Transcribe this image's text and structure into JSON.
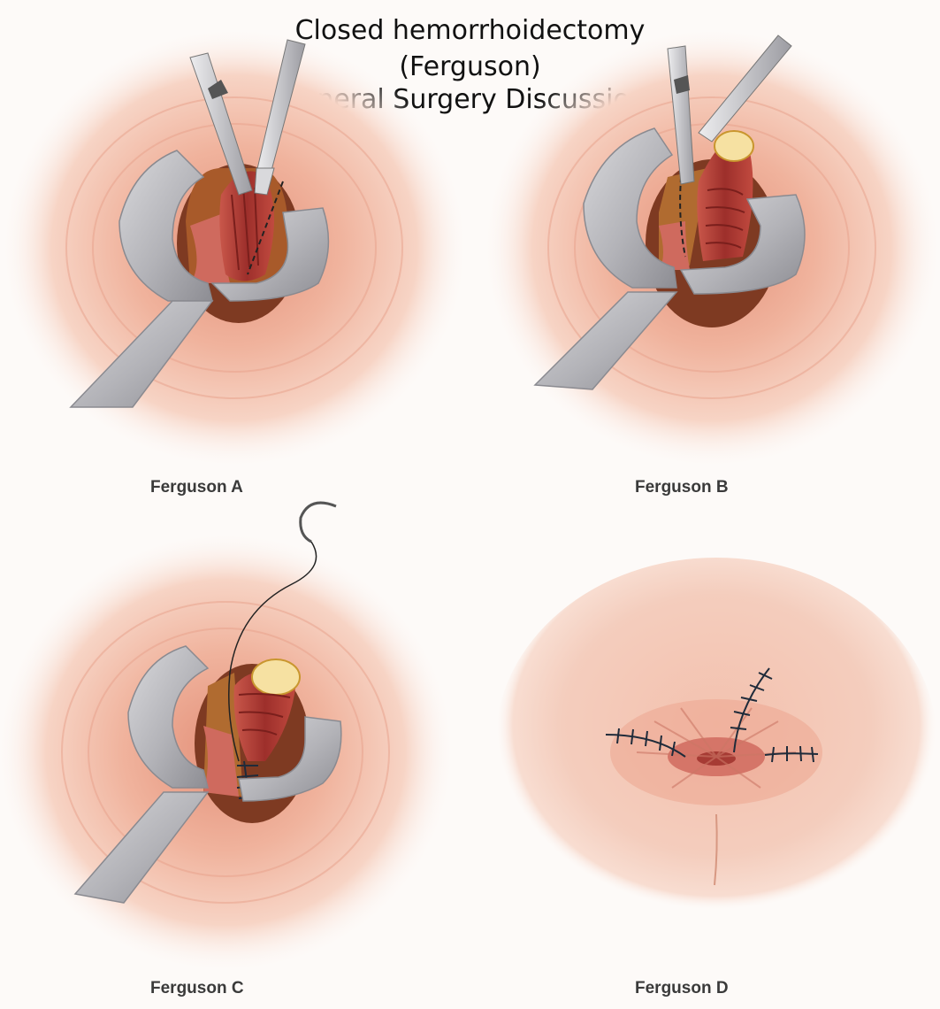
{
  "title": {
    "line1": "Closed hemorrhoidectomy",
    "line2": "(Ferguson)",
    "line3": "General Surgery Discussions"
  },
  "panels": [
    {
      "id": "A",
      "caption": "Ferguson A"
    },
    {
      "id": "B",
      "caption": "Ferguson B"
    },
    {
      "id": "C",
      "caption": "Ferguson C"
    },
    {
      "id": "D",
      "caption": "Ferguson D"
    }
  ],
  "colors": {
    "skin": "#f3c3ad",
    "skin_dark": "#e39a85",
    "mucosa": "#b8423a",
    "retractor": "#b9b9bd"
  },
  "icons": [
    "retractor-icon",
    "forceps-icon",
    "scissors-icon",
    "suture-needle-icon"
  ]
}
